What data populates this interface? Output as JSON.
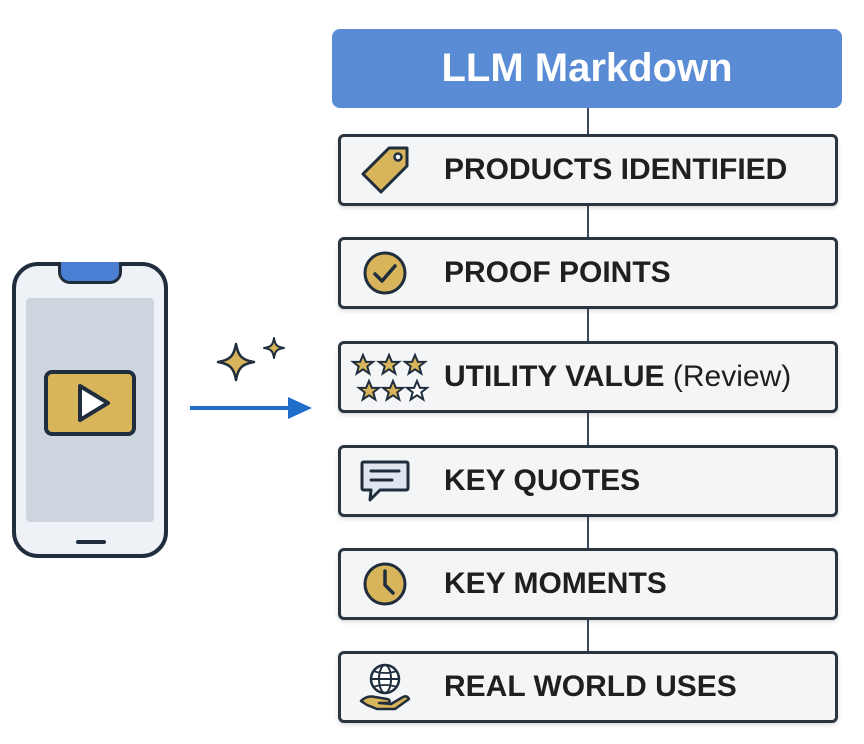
{
  "header": {
    "title": "LLM Markdown"
  },
  "colors": {
    "header": "#5a8cd6",
    "accent_gold": "#d8b55a",
    "arrow": "#1f6fc9",
    "outline": "#1f2d3d"
  },
  "cards": [
    {
      "label": "PRODUCTS IDENTIFIED",
      "icon": "price-tag-icon"
    },
    {
      "label": "PROOF POINTS",
      "icon": "checkmark-circle-icon"
    },
    {
      "label": "UTILITY VALUE",
      "label_suffix": "(Review)",
      "icon": "star-rating-icon"
    },
    {
      "label": "KEY QUOTES",
      "icon": "speech-bubble-icon"
    },
    {
      "label": "KEY MOMENTS",
      "icon": "clock-icon"
    },
    {
      "label": "REAL WORLD USES",
      "icon": "globe-hand-icon"
    }
  ]
}
